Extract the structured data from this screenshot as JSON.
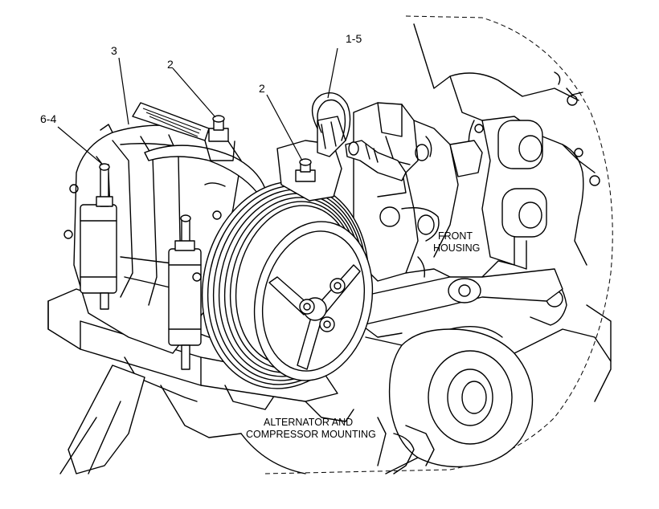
{
  "callouts": {
    "c1": "3",
    "c2": "2",
    "c3": "2",
    "c4": "1-5",
    "c5": "6-4"
  },
  "notes": {
    "front_housing_line1": "FRONT",
    "front_housing_line2": "HOUSING",
    "mounting_line1": "ALTERNATOR AND",
    "mounting_line2": "COMPRESSOR MOUNTING"
  }
}
